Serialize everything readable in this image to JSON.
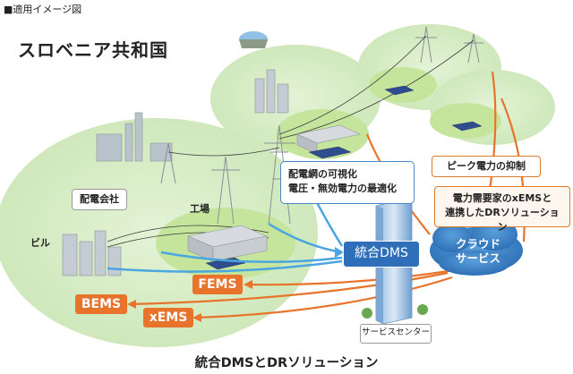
{
  "header_label": "■適用イメージ図",
  "country": "スロベニア共和国",
  "labels": {
    "distribution_company": "配電会社",
    "factory": "工場",
    "building": "ビル",
    "distribution_vis_line1": "配電網の可視化",
    "distribution_vis_line2": "電圧・無効電力の最適化",
    "peak_suppression": "ピーク電力の抑制",
    "dr_line1": "電力需要家のxEMSと",
    "dr_line2": "連携したDRソリューション",
    "integrated_dms": "統合DMS",
    "cloud_line1": "クラウド",
    "cloud_line2": "サービス",
    "fems": "FEMS",
    "bems": "BEMS",
    "xems": "xEMS",
    "service_center": "サービスセンター"
  },
  "bottom_title": "統合DMSとDRソリューション",
  "colors": {
    "grid_green": "#d6ecc4",
    "blue_flow": "#4aa6e0",
    "orange_flow": "#e8732a",
    "dms_blue": "#2f6fba",
    "cloud_blue": "#3d84c6"
  }
}
